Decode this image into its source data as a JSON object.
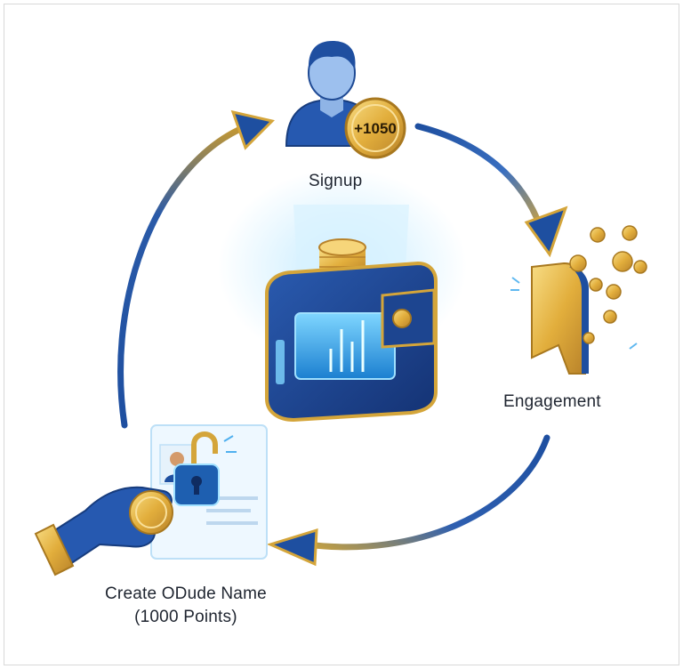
{
  "steps": {
    "signup": {
      "label": "Signup",
      "badge": "+1050"
    },
    "engagement": {
      "label": "Engagement"
    },
    "create": {
      "label_line1": "Create ODude Name",
      "label_line2": "(1000 Points)"
    }
  },
  "colors": {
    "arrow_blue": "#1e4fa0",
    "arrow_gold": "#d4a53a",
    "wallet_blue": "#1b3f88",
    "gold": "#e9b944",
    "glow": "#bfe9ff"
  },
  "icons": {
    "signup": "user-icon",
    "badge": "gold-seal-badge",
    "center": "wallet-icon",
    "engagement": "bookmark-coins-icon",
    "create": "hand-coin-id-card-icon"
  }
}
